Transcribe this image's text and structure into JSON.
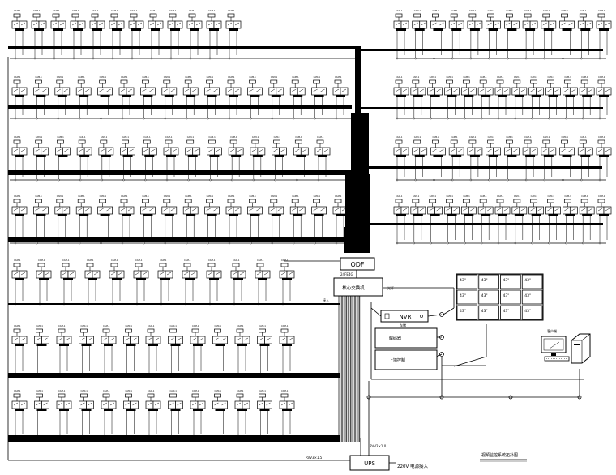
{
  "diagram": {
    "odf_label": "ODF",
    "core_switch_label": "核心交换机",
    "core_switch_note": "24FE4G",
    "nvr_label": "NVR",
    "nvr_sublabel": "存储",
    "decoder_label": "解码器",
    "platform_label": "上墙控制",
    "wall_cell_label": "43\"",
    "ups_label": "UPS",
    "ups_power_note": "220V 电源接入",
    "cable_note": "RVV3×1.5",
    "core_side_note": "RVV2×1.0",
    "fiber_note": "光纤",
    "port_note": "接入",
    "workstation_label": "客户端",
    "footer_caption": "视频监控系统拓扑图",
    "camera_tag": "CAM-1",
    "colors": {
      "line": "#000000",
      "background": "#ffffff"
    },
    "rows": [
      {
        "side": "left",
        "count": 12
      },
      {
        "side": "right",
        "count": 12
      },
      {
        "side": "left",
        "count": 16
      },
      {
        "side": "right",
        "count": 13
      },
      {
        "side": "left",
        "count": 15
      },
      {
        "side": "right",
        "count": 12
      },
      {
        "side": "left",
        "count": 16
      },
      {
        "side": "right",
        "count": 13
      },
      {
        "side": "left",
        "count": 12
      },
      {
        "side": "left",
        "count": 13
      },
      {
        "side": "left",
        "count": 13
      }
    ]
  }
}
